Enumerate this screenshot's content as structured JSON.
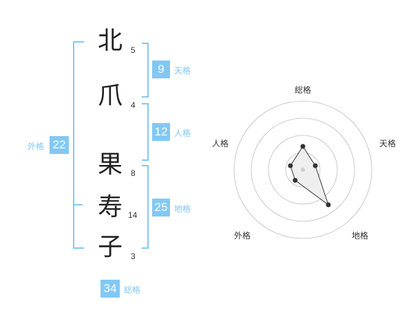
{
  "colors": {
    "accent": "#82c8f5",
    "label": "#82c8f5",
    "bracket": "#82c8f5",
    "grid": "#bbbbbb",
    "fill": "#ececec",
    "line": "#333333",
    "dot": "#333333"
  },
  "name": {
    "characters": [
      {
        "char": "北",
        "strokes": "5"
      },
      {
        "char": "爪",
        "strokes": "4"
      },
      {
        "char": "果",
        "strokes": "8"
      },
      {
        "char": "寿",
        "strokes": "14"
      },
      {
        "char": "子",
        "strokes": "3"
      }
    ]
  },
  "fortune": {
    "tenkaku": {
      "value": "9",
      "label": "天格"
    },
    "jinkaku": {
      "value": "12",
      "label": "人格"
    },
    "chikaku": {
      "value": "25",
      "label": "地格"
    },
    "gaikaku": {
      "value": "22",
      "label": "外格"
    },
    "soukaku": {
      "value": "34",
      "label": "総格"
    }
  },
  "chart_data": {
    "type": "radar",
    "axes": [
      "総格",
      "天格",
      "地格",
      "外格",
      "人格"
    ],
    "values": [
      34,
      9,
      25,
      22,
      12
    ],
    "relative_radius": [
      0.34,
      0.19,
      0.63,
      0.19,
      0.19
    ],
    "rings": 4,
    "grid": true
  }
}
